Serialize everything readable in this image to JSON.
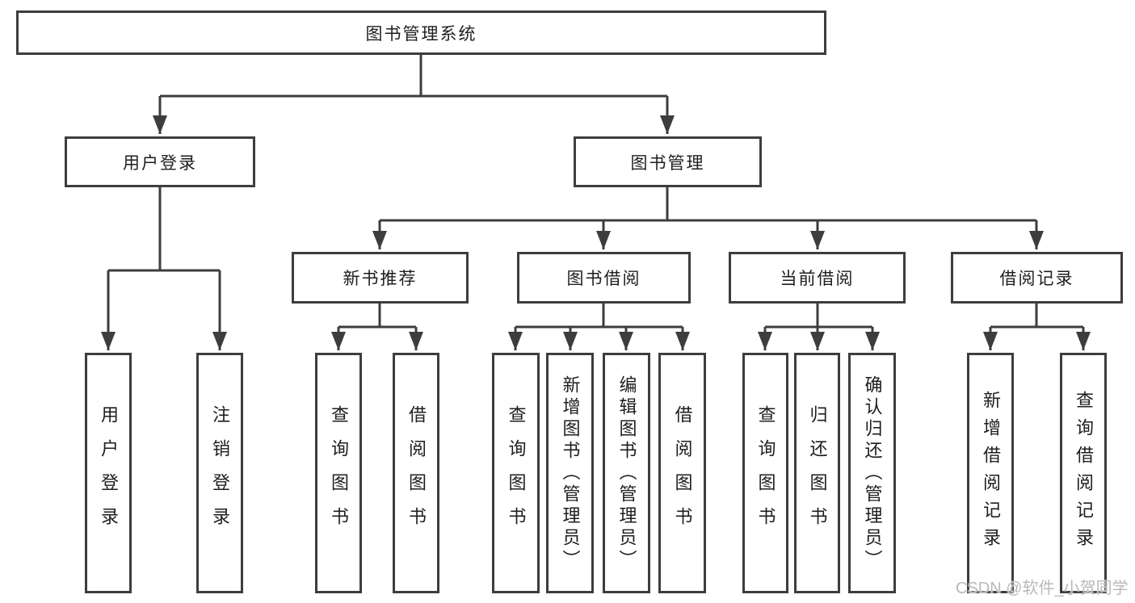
{
  "diagram": {
    "root": {
      "label": "图书管理系统"
    },
    "level2": [
      {
        "label": "用户登录",
        "children": [
          {
            "label": "用户登录"
          },
          {
            "label": "注销登录"
          }
        ]
      },
      {
        "label": "图书管理",
        "children": [
          {
            "label": "新书推荐",
            "children": [
              {
                "label": "查询图书"
              },
              {
                "label": "借阅图书"
              }
            ]
          },
          {
            "label": "图书借阅",
            "children": [
              {
                "label": "查询图书"
              },
              {
                "label": "新增图书（管理员）"
              },
              {
                "label": "编辑图书（管理员）"
              },
              {
                "label": "借阅图书"
              }
            ]
          },
          {
            "label": "当前借阅",
            "children": [
              {
                "label": "查询图书"
              },
              {
                "label": "归还图书"
              },
              {
                "label": "确认归还（管理员）"
              }
            ]
          },
          {
            "label": "借阅记录",
            "children": [
              {
                "label": "新增借阅记录"
              },
              {
                "label": "查询借阅记录"
              }
            ]
          }
        ]
      }
    ]
  },
  "watermark": {
    "text": "CSDN @软件_小贺同学"
  },
  "colors": {
    "line": "#3d3d3d",
    "box_border": "#3d3d3d",
    "text": "#1e1e1e",
    "background": "#ffffff",
    "watermark": "#b9b9b9"
  }
}
